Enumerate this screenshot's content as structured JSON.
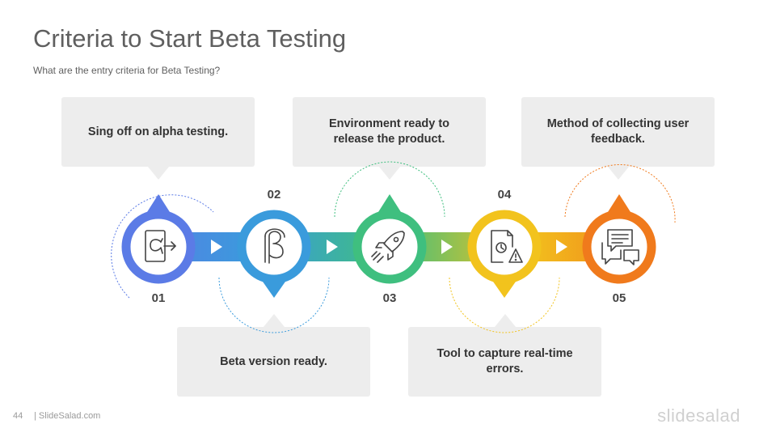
{
  "slide": {
    "title": "Criteria to Start Beta Testing",
    "subtitle": "What are the entry criteria for Beta Testing?"
  },
  "steps": [
    {
      "number": "01",
      "text": "Sing off on alpha testing.",
      "icon": "alpha-exit-icon",
      "color": "#5b7be6"
    },
    {
      "number": "02",
      "text": "Beta version ready.",
      "icon": "beta-icon",
      "color": "#3a9bdc"
    },
    {
      "number": "03",
      "text": "Environment ready to release the product.",
      "icon": "rocket-icon",
      "color": "#3fbf7f"
    },
    {
      "number": "04",
      "text": "Tool to capture real-time errors.",
      "icon": "clock-warning-document-icon",
      "color": "#f2c31d"
    },
    {
      "number": "05",
      "text": "Method of collecting user feedback.",
      "icon": "chat-bubbles-icon",
      "color": "#f07a1c"
    }
  ],
  "footer": {
    "page_number": "44",
    "site": "| SlideSalad.com",
    "brand": "slidesalad"
  }
}
